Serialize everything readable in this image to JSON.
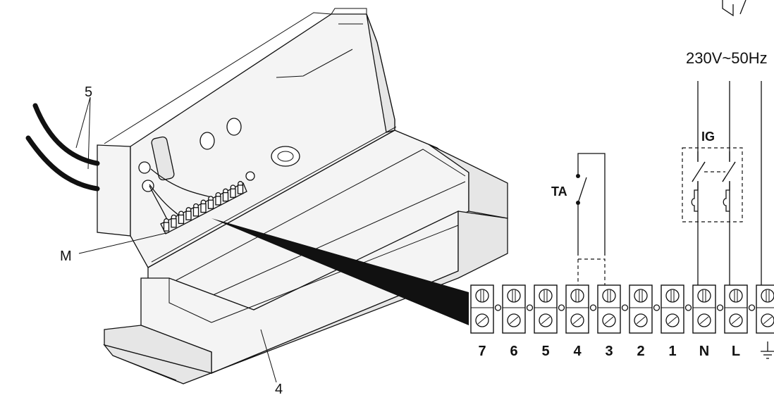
{
  "labels": {
    "cables_label": "5",
    "terminal_block_label": "M",
    "cover_label": "4",
    "supply_label": "230V~50Hz",
    "main_switch_label": "IG",
    "thermostat_label": "TA"
  },
  "terminals": [
    "7",
    "6",
    "5",
    "4",
    "3",
    "2",
    "1",
    "N",
    "L",
    "ground-symbol"
  ]
}
